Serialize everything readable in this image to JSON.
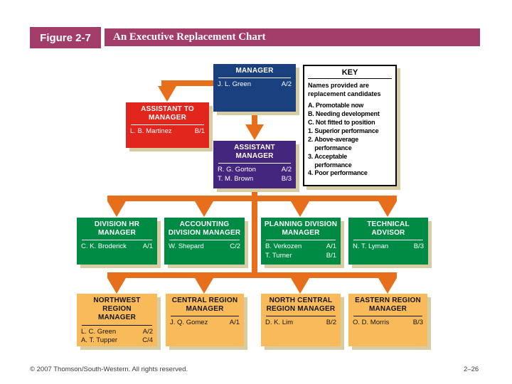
{
  "header": {
    "figure_label": "Figure 2-7",
    "title": "An Executive Replacement Chart"
  },
  "colors": {
    "header_bar": "#A23C68",
    "manager_box": "#1B4080",
    "assistant_to_manager_box": "#E2261D",
    "assistant_manager_box": "#44267E",
    "division_box": "#008B45",
    "region_box": "#F9BB5A",
    "connector": "#E76F1B",
    "box_shadow": "#D8CDA2"
  },
  "chart": {
    "manager": {
      "title": "MANAGER",
      "people": [
        {
          "name": "J. L. Green",
          "rating": "A/2"
        }
      ]
    },
    "assistant_to_manager": {
      "title": "ASSISTANT TO\nMANAGER",
      "people": [
        {
          "name": "L. B. Martinez",
          "rating": "B/1"
        }
      ]
    },
    "assistant_manager": {
      "title": "ASSISTANT\nMANAGER",
      "people": [
        {
          "name": "R. G. Gorton",
          "rating": "A/2"
        },
        {
          "name": "T. M. Brown",
          "rating": "B/3"
        }
      ]
    },
    "division_row": [
      {
        "title": "DIVISION HR\nMANAGER",
        "people": [
          {
            "name": "C. K. Broderick",
            "rating": "A/1"
          }
        ]
      },
      {
        "title": "ACCOUNTING\nDIVISION MANAGER",
        "people": [
          {
            "name": "W. Shepard",
            "rating": "C/2"
          }
        ]
      },
      {
        "title": "PLANNING DIVISION\nMANAGER",
        "people": [
          {
            "name": "B. Verkozen",
            "rating": "A/1"
          },
          {
            "name": "T. Turner",
            "rating": "B/1"
          }
        ]
      },
      {
        "title": "TECHNICAL\nADVISOR",
        "people": [
          {
            "name": "N. T. Lyman",
            "rating": "B/3"
          }
        ]
      }
    ],
    "region_row": [
      {
        "title": "NORTHWEST\nREGION\nMANAGER",
        "people": [
          {
            "name": "L. C. Green",
            "rating": "A/2"
          },
          {
            "name": "A. T. Tupper",
            "rating": "C/4"
          }
        ]
      },
      {
        "title": "CENTRAL REGION\nMANAGER",
        "people": [
          {
            "name": "J. Q. Gomez",
            "rating": "A/1"
          }
        ]
      },
      {
        "title": "NORTH CENTRAL\nREGION MANAGER",
        "people": [
          {
            "name": "D. K. Lim",
            "rating": "B/2"
          }
        ]
      },
      {
        "title": "EASTERN REGION\nMANAGER",
        "people": [
          {
            "name": "O. D. Morris",
            "rating": "B/3"
          }
        ]
      }
    ],
    "key": {
      "title": "KEY",
      "intro": "Names provided are\nreplacement candidates",
      "items": [
        "A. Promotable now",
        "B. Needing development",
        "C. Not fitted to position",
        "1. Superior performance",
        "2. Above-average\n    performance",
        "3. Acceptable\n    performance",
        "4. Poor performance"
      ]
    }
  },
  "footer": {
    "copyright": "© 2007 Thomson/South-Western. All rights reserved.",
    "page_number": "2–26"
  }
}
